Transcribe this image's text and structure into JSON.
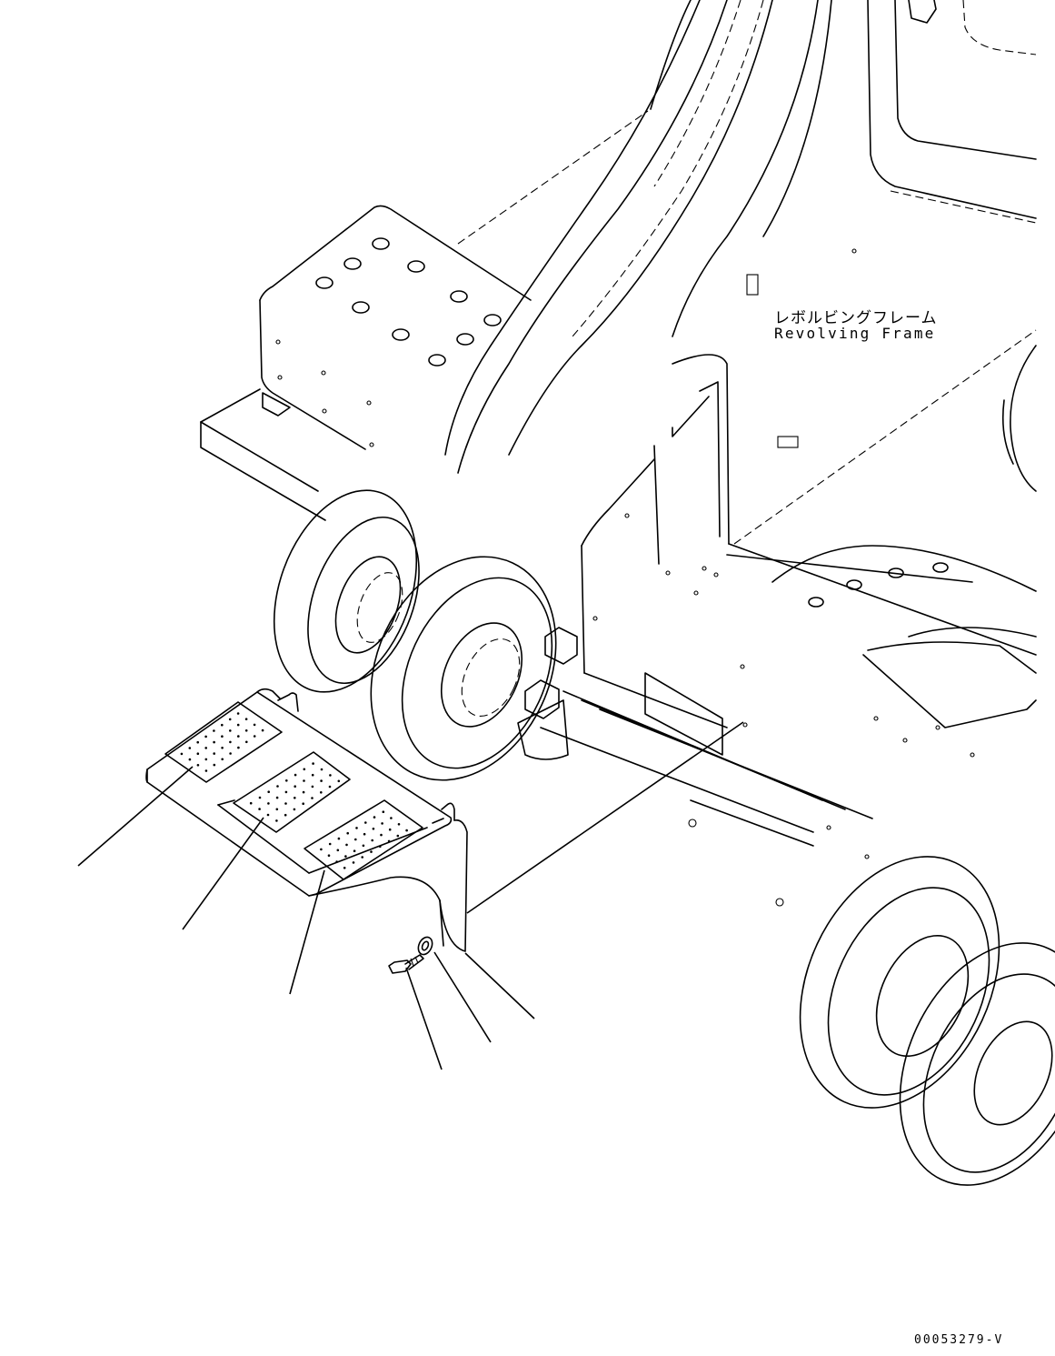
{
  "labels": {
    "frame_name_jp": "レボルビングフレーム",
    "frame_name_en": "Revolving Frame",
    "drawing_number": "00053279-V"
  },
  "colors": {
    "line": "#000000",
    "background": "#ffffff"
  }
}
